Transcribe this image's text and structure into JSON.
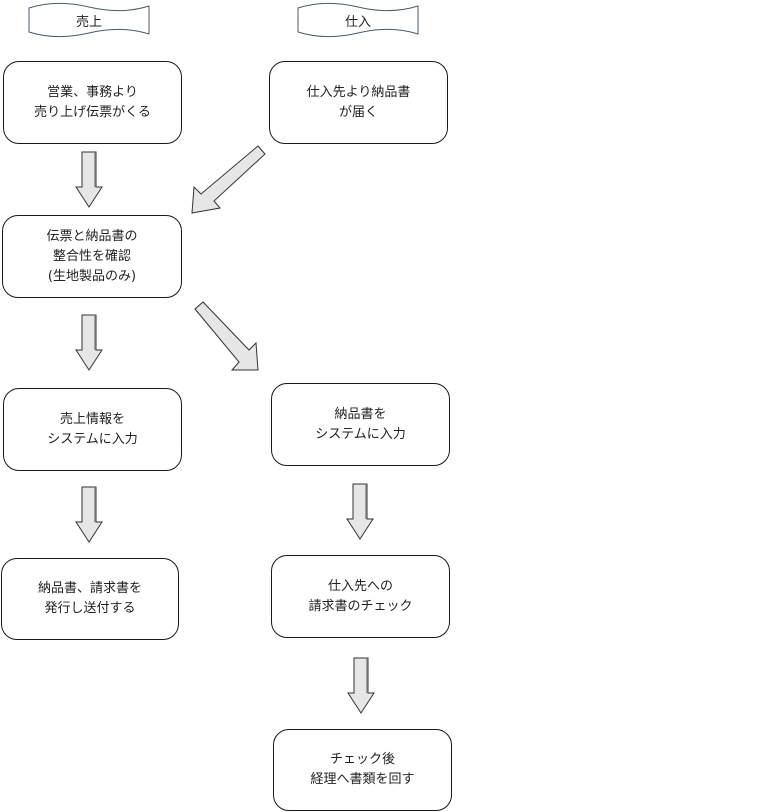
{
  "diagram": {
    "type": "flowchart",
    "lanes": [
      {
        "id": "sales",
        "label": "売上"
      },
      {
        "id": "purchasing",
        "label": "仕入"
      }
    ],
    "nodes": {
      "sales_slip_arrives": {
        "lines": [
          "営業、事務より",
          "売り上げ伝票がくる"
        ]
      },
      "supplier_delivery": {
        "lines": [
          "仕入先より納品書",
          "が届く"
        ]
      },
      "verify_consistency": {
        "lines": [
          "伝票と納品書の",
          "整合性を確認",
          "(生地製品のみ)"
        ]
      },
      "enter_sales": {
        "lines": [
          "売上情報を",
          "システムに入力"
        ]
      },
      "enter_delivery": {
        "lines": [
          "納品書を",
          "システムに入力"
        ]
      },
      "issue_invoice": {
        "lines": [
          "納品書、請求書を",
          "発行し送付する"
        ]
      },
      "check_supplier_invoice": {
        "lines": [
          "仕入先への",
          "請求書のチェック"
        ]
      },
      "send_to_accounting": {
        "lines": [
          "チェック後",
          "経理へ書類を回す"
        ]
      }
    },
    "edges": [
      {
        "from": "sales_slip_arrives",
        "to": "verify_consistency"
      },
      {
        "from": "supplier_delivery",
        "to": "verify_consistency"
      },
      {
        "from": "verify_consistency",
        "to": "enter_sales"
      },
      {
        "from": "verify_consistency",
        "to": "enter_delivery"
      },
      {
        "from": "enter_sales",
        "to": "issue_invoice"
      },
      {
        "from": "enter_delivery",
        "to": "check_supplier_invoice"
      },
      {
        "from": "check_supplier_invoice",
        "to": "send_to_accounting"
      }
    ],
    "colors": {
      "box_border": "#1a1a1a",
      "arrow_fill": "#e6e6e6",
      "arrow_stroke": "#333333",
      "banner_stroke": "#4a5a6a"
    }
  }
}
